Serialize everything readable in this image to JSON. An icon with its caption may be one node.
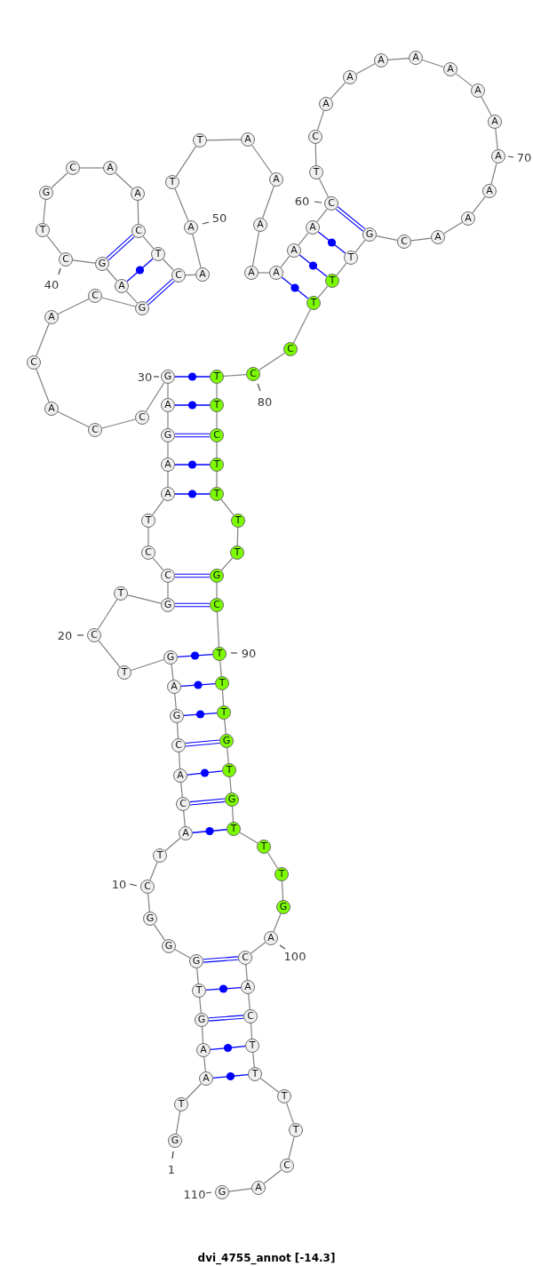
{
  "diagram": {
    "caption": "dvi_4755_annot [-14.3]",
    "nodes": [
      {
        "text": [
          "G"
        ],
        "beside": [
          "1"
        ]
      },
      {
        "text": [
          "T"
        ]
      },
      {
        "text": [
          "A"
        ]
      },
      {
        "text": [
          "A"
        ]
      },
      {
        "text": [
          "G"
        ]
      },
      {
        "text": [
          "T"
        ]
      },
      {
        "text": [
          "G"
        ]
      },
      {
        "text": [
          "G"
        ]
      },
      {
        "text": [
          "G"
        ]
      },
      {
        "text": [
          "C"
        ],
        "beside": [
          "10"
        ]
      },
      {
        "text": [
          "T"
        ]
      },
      {
        "text": [
          "A"
        ]
      },
      {
        "text": [
          "C"
        ]
      },
      {
        "text": [
          "A"
        ]
      },
      {
        "text": [
          "C"
        ]
      },
      {
        "text": [
          "G"
        ]
      },
      {
        "text": [
          "A"
        ]
      },
      {
        "text": [
          "G"
        ]
      },
      {
        "text": [
          "T"
        ]
      },
      {
        "text": [
          "C"
        ],
        "beside": [
          "20"
        ]
      },
      {
        "text": [
          "T"
        ]
      },
      {
        "text": [
          "G"
        ]
      },
      {
        "text": [
          "C"
        ]
      },
      {
        "text": [
          "C"
        ]
      },
      {
        "text": [
          "T"
        ]
      },
      {
        "text": [
          "A"
        ]
      },
      {
        "text": [
          "A"
        ]
      },
      {
        "text": [
          "G"
        ]
      },
      {
        "text": [
          "A"
        ]
      },
      {
        "text": [
          "G"
        ],
        "beside": [
          "30"
        ]
      },
      {
        "text": [
          "C"
        ]
      },
      {
        "text": [
          "C"
        ]
      },
      {
        "text": [
          "A"
        ]
      },
      {
        "text": [
          "C"
        ]
      },
      {
        "text": [
          "A"
        ]
      },
      {
        "text": [
          "C"
        ]
      },
      {
        "text": [
          "G"
        ]
      },
      {
        "text": [
          "A"
        ]
      },
      {
        "text": [
          "G"
        ]
      },
      {
        "text": [
          "C"
        ],
        "beside": [
          "40"
        ]
      },
      {
        "text": [
          "T"
        ]
      },
      {
        "text": [
          "G"
        ]
      },
      {
        "text": [
          "C"
        ]
      },
      {
        "text": [
          "A"
        ]
      },
      {
        "text": [
          "A"
        ]
      },
      {
        "text": [
          "C"
        ]
      },
      {
        "text": [
          "T"
        ]
      },
      {
        "text": [
          "C"
        ]
      },
      {
        "text": [
          "A"
        ]
      },
      {
        "text": [
          "A"
        ],
        "beside": [
          "50"
        ]
      },
      {
        "text": [
          "T"
        ]
      },
      {
        "text": [
          "T"
        ]
      },
      {
        "text": [
          "A"
        ]
      },
      {
        "text": [
          "A"
        ]
      },
      {
        "text": [
          "A"
        ]
      },
      {
        "text": [
          "A"
        ]
      },
      {
        "text": [
          "A"
        ]
      },
      {
        "text": [
          "A"
        ]
      },
      {
        "text": [
          "A"
        ]
      },
      {
        "text": [
          "C"
        ],
        "beside": [
          "60"
        ]
      },
      {
        "text": [
          "T"
        ]
      },
      {
        "text": [
          "C"
        ]
      },
      {
        "text": [
          "A"
        ]
      },
      {
        "text": [
          "A"
        ]
      },
      {
        "text": [
          "A"
        ]
      },
      {
        "text": [
          "A"
        ]
      },
      {
        "text": [
          "A"
        ]
      },
      {
        "text": [
          "A"
        ]
      },
      {
        "text": [
          "A"
        ]
      },
      {
        "text": [
          "A"
        ],
        "beside": [
          "70"
        ]
      },
      {
        "text": [
          "A"
        ]
      },
      {
        "text": [
          "A"
        ]
      },
      {
        "text": [
          "A"
        ]
      },
      {
        "text": [
          "C"
        ]
      },
      {
        "text": [
          "G"
        ]
      },
      {
        "text": [
          "T"
        ]
      },
      {
        "text": [
          "T"
        ]
      },
      {
        "text": [
          "T"
        ]
      },
      {
        "text": [
          "C"
        ]
      },
      {
        "text": [
          "C"
        ],
        "beside": [
          "80"
        ]
      },
      {
        "text": [
          "T"
        ]
      },
      {
        "text": [
          "T"
        ]
      },
      {
        "text": [
          "C"
        ]
      },
      {
        "text": [
          "T"
        ]
      },
      {
        "text": [
          "T"
        ]
      },
      {
        "text": [
          "T"
        ]
      },
      {
        "text": [
          "T"
        ]
      },
      {
        "text": [
          "G"
        ]
      },
      {
        "text": [
          "C"
        ]
      },
      {
        "text": [
          "T"
        ],
        "beside": [
          "90"
        ]
      },
      {
        "text": [
          "T"
        ]
      },
      {
        "text": [
          "T"
        ]
      },
      {
        "text": [
          "G"
        ]
      },
      {
        "text": [
          "T"
        ]
      },
      {
        "text": [
          "G"
        ]
      },
      {
        "text": [
          "T"
        ]
      },
      {
        "text": [
          "T"
        ]
      },
      {
        "text": [
          "T"
        ]
      },
      {
        "text": [
          "G"
        ]
      },
      {
        "text": [
          "A"
        ],
        "beside": [
          "100"
        ]
      },
      {
        "text": [
          "C"
        ]
      },
      {
        "text": [
          "A"
        ]
      },
      {
        "text": [
          "C"
        ]
      },
      {
        "text": [
          "T"
        ]
      },
      {
        "text": [
          "T"
        ]
      },
      {
        "text": [
          "T"
        ]
      },
      {
        "text": [
          "T"
        ]
      },
      {
        "text": [
          "C"
        ]
      },
      {
        "text": [
          "A"
        ]
      },
      {
        "text": [
          "G"
        ],
        "beside": [
          "110"
        ]
      }
    ],
    "edges": [
      {
        "from": 0,
        "to": 1,
        "arrow": "none"
      },
      {
        "from": 1,
        "to": 2,
        "arrow": "none"
      },
      {
        "from": 2,
        "to": 3,
        "arrow": "none"
      },
      {
        "from": 3,
        "to": 4,
        "arrow": "none"
      },
      {
        "from": 4,
        "to": 5,
        "arrow": "none"
      },
      {
        "from": 5,
        "to": 6,
        "arrow": "none"
      },
      {
        "from": 6,
        "to": 7,
        "arrow": "none"
      },
      {
        "from": 7,
        "to": 8,
        "arrow": "none"
      },
      {
        "from": 8,
        "to": 9,
        "arrow": "none"
      },
      {
        "from": 9,
        "to": 10,
        "arrow": "none"
      },
      {
        "from": 10,
        "to": 11,
        "arrow": "none"
      },
      {
        "from": 11,
        "to": 12,
        "arrow": "none"
      },
      {
        "from": 12,
        "to": 13,
        "arrow": "none"
      },
      {
        "from": 13,
        "to": 14,
        "arrow": "none"
      },
      {
        "from": 14,
        "to": 15,
        "arrow": "none"
      },
      {
        "from": 15,
        "to": 16,
        "arrow": "none"
      },
      {
        "from": 16,
        "to": 17,
        "arrow": "none"
      },
      {
        "from": 17,
        "to": 18,
        "arrow": "none"
      },
      {
        "from": 18,
        "to": 19,
        "arrow": "none"
      },
      {
        "from": 19,
        "to": 20,
        "arrow": "none"
      },
      {
        "from": 20,
        "to": 21,
        "arrow": "none"
      },
      {
        "from": 21,
        "to": 22,
        "arrow": "none"
      },
      {
        "from": 22,
        "to": 23,
        "arrow": "none"
      },
      {
        "from": 23,
        "to": 24,
        "arrow": "none"
      },
      {
        "from": 24,
        "to": 25,
        "arrow": "none"
      },
      {
        "from": 25,
        "to": 26,
        "arrow": "none"
      },
      {
        "from": 26,
        "to": 27,
        "arrow": "none"
      },
      {
        "from": 27,
        "to": 28,
        "arrow": "none"
      },
      {
        "from": 28,
        "to": 29,
        "arrow": "none"
      },
      {
        "from": 29,
        "to": 30,
        "arrow": "none"
      },
      {
        "from": 30,
        "to": 31,
        "arrow": "none"
      },
      {
        "from": 31,
        "to": 32,
        "arrow": "none"
      },
      {
        "from": 32,
        "to": 33,
        "arrow": "none"
      },
      {
        "from": 33,
        "to": 34,
        "arrow": "none"
      },
      {
        "from": 34,
        "to": 35,
        "arrow": "none"
      },
      {
        "from": 35,
        "to": 36,
        "arrow": "none"
      },
      {
        "from": 36,
        "to": 37,
        "arrow": "none"
      },
      {
        "from": 37,
        "to": 38,
        "arrow": "none"
      },
      {
        "from": 38,
        "to": 39,
        "arrow": "none"
      },
      {
        "from": 39,
        "to": 40,
        "arrow": "none"
      },
      {
        "from": 40,
        "to": 41,
        "arrow": "none"
      },
      {
        "from": 41,
        "to": 42,
        "arrow": "none"
      },
      {
        "from": 42,
        "to": 43,
        "arrow": "none"
      },
      {
        "from": 43,
        "to": 44,
        "arrow": "none"
      },
      {
        "from": 44,
        "to": 45,
        "arrow": "none"
      },
      {
        "from": 45,
        "to": 46,
        "arrow": "none"
      },
      {
        "from": 46,
        "to": 47,
        "arrow": "none"
      },
      {
        "from": 47,
        "to": 48,
        "arrow": "none"
      },
      {
        "from": 48,
        "to": 49,
        "arrow": "none"
      },
      {
        "from": 49,
        "to": 50,
        "arrow": "none"
      },
      {
        "from": 50,
        "to": 51,
        "arrow": "none"
      },
      {
        "from": 51,
        "to": 52,
        "arrow": "none"
      },
      {
        "from": 52,
        "to": 53,
        "arrow": "none"
      },
      {
        "from": 53,
        "to": 54,
        "arrow": "none"
      },
      {
        "from": 54,
        "to": 55,
        "arrow": "none"
      },
      {
        "from": 55,
        "to": 56,
        "arrow": "none"
      },
      {
        "from": 56,
        "to": 57,
        "arrow": "none"
      },
      {
        "from": 57,
        "to": 58,
        "arrow": "none"
      },
      {
        "from": 58,
        "to": 59,
        "arrow": "none"
      },
      {
        "from": 59,
        "to": 60,
        "arrow": "none"
      },
      {
        "from": 60,
        "to": 61,
        "arrow": "none"
      },
      {
        "from": 61,
        "to": 62,
        "arrow": "none"
      },
      {
        "from": 62,
        "to": 63,
        "arrow": "none"
      },
      {
        "from": 63,
        "to": 64,
        "arrow": "none"
      },
      {
        "from": 64,
        "to": 65,
        "arrow": "none"
      },
      {
        "from": 65,
        "to": 66,
        "arrow": "none"
      },
      {
        "from": 66,
        "to": 67,
        "arrow": "none"
      },
      {
        "from": 67,
        "to": 68,
        "arrow": "none"
      },
      {
        "from": 68,
        "to": 69,
        "arrow": "none"
      },
      {
        "from": 69,
        "to": 70,
        "arrow": "none"
      },
      {
        "from": 70,
        "to": 71,
        "arrow": "none"
      },
      {
        "from": 71,
        "to": 72,
        "arrow": "none"
      },
      {
        "from": 72,
        "to": 73,
        "arrow": "none"
      },
      {
        "from": 73,
        "to": 74,
        "arrow": "none"
      },
      {
        "from": 74,
        "to": 75,
        "arrow": "none"
      },
      {
        "from": 75,
        "to": 76,
        "arrow": "none"
      },
      {
        "from": 76,
        "to": 77,
        "arrow": "none"
      },
      {
        "from": 77,
        "to": 78,
        "arrow": "none"
      },
      {
        "from": 78,
        "to": 79,
        "arrow": "none"
      },
      {
        "from": 79,
        "to": 80,
        "arrow": "none"
      },
      {
        "from": 80,
        "to": 81,
        "arrow": "none"
      },
      {
        "from": 81,
        "to": 82,
        "arrow": "none"
      },
      {
        "from": 82,
        "to": 83,
        "arrow": "none"
      },
      {
        "from": 83,
        "to": 84,
        "arrow": "none"
      },
      {
        "from": 84,
        "to": 85,
        "arrow": "none"
      },
      {
        "from": 85,
        "to": 86,
        "arrow": "none"
      },
      {
        "from": 86,
        "to": 87,
        "arrow": "none"
      },
      {
        "from": 87,
        "to": 88,
        "arrow": "none"
      },
      {
        "from": 88,
        "to": 89,
        "arrow": "none"
      },
      {
        "from": 89,
        "to": 90,
        "arrow": "none"
      },
      {
        "from": 90,
        "to": 91,
        "arrow": "none"
      },
      {
        "from": 91,
        "to": 92,
        "arrow": "none"
      },
      {
        "from": 92,
        "to": 93,
        "arrow": "none"
      },
      {
        "from": 93,
        "to": 94,
        "arrow": "none"
      },
      {
        "from": 94,
        "to": 95,
        "arrow": "none"
      },
      {
        "from": 95,
        "to": 96,
        "arrow": "none"
      },
      {
        "from": 96,
        "to": 97,
        "arrow": "none"
      },
      {
        "from": 97,
        "to": 98,
        "arrow": "none"
      },
      {
        "from": 98,
        "to": 99,
        "arrow": "none"
      },
      {
        "from": 99,
        "to": 100,
        "arrow": "none"
      },
      {
        "from": 100,
        "to": 101,
        "arrow": "none"
      },
      {
        "from": 101,
        "to": 102,
        "arrow": "none"
      },
      {
        "from": 102,
        "to": 103,
        "arrow": "none"
      },
      {
        "from": 103,
        "to": 104,
        "arrow": "none"
      },
      {
        "from": 104,
        "to": 105,
        "arrow": "none"
      },
      {
        "from": 105,
        "to": 106,
        "arrow": "none"
      },
      {
        "from": 106,
        "to": 107,
        "arrow": "none"
      },
      {
        "from": 107,
        "to": 108,
        "arrow": "none"
      },
      {
        "from": 108,
        "to": 109,
        "arrow": "none"
      },
      {
        "from": 2,
        "to": 104,
        "arrow": "none",
        "color": "#0000ff"
      },
      {
        "from": 3,
        "to": 103,
        "arrow": "none",
        "color": "#0000ff"
      },
      {
        "from": 4,
        "to": 102,
        "arrow": "none",
        "color": "#0000ff"
      },
      {
        "from": 5,
        "to": 101,
        "arrow": "none",
        "color": "#0000ff"
      },
      {
        "from": 6,
        "to": 100,
        "arrow": "none",
        "color": "#0000ff"
      },
      {
        "from": 11,
        "to": 95,
        "arrow": "none",
        "color": "#0000ff"
      },
      {
        "from": 12,
        "to": 94,
        "arrow": "none",
        "color": "#0000ff"
      },
      {
        "from": 13,
        "to": 93,
        "arrow": "none",
        "color": "#0000ff"
      },
      {
        "from": 14,
        "to": 92,
        "arrow": "none",
        "color": "#0000ff"
      },
      {
        "from": 15,
        "to": 91,
        "arrow": "none",
        "color": "#0000ff"
      },
      {
        "from": 16,
        "to": 90,
        "arrow": "none",
        "color": "#0000ff"
      },
      {
        "from": 17,
        "to": 89,
        "arrow": "none",
        "color": "#0000ff"
      },
      {
        "from": 21,
        "to": 88,
        "arrow": "none",
        "color": "#0000ff"
      },
      {
        "from": 22,
        "to": 87,
        "arrow": "none",
        "color": "#0000ff"
      },
      {
        "from": 25,
        "to": 84,
        "arrow": "none",
        "color": "#0000ff"
      },
      {
        "from": 26,
        "to": 83,
        "arrow": "none",
        "color": "#0000ff"
      },
      {
        "from": 27,
        "to": 82,
        "arrow": "none",
        "color": "#0000ff"
      },
      {
        "from": 28,
        "to": 81,
        "arrow": "none",
        "color": "#0000ff"
      },
      {
        "from": 29,
        "to": 80,
        "arrow": "none",
        "color": "#0000ff"
      },
      {
        "from": 36,
        "to": 47,
        "arrow": "none",
        "color": "#0000ff"
      },
      {
        "from": 37,
        "to": 46,
        "arrow": "none",
        "color": "#0000ff"
      },
      {
        "from": 38,
        "to": 45,
        "arrow": "none",
        "color": "#0000ff"
      },
      {
        "from": 56,
        "to": 77,
        "arrow": "none",
        "color": "#0000ff"
      },
      {
        "from": 57,
        "to": 76,
        "arrow": "none",
        "color": "#0000ff"
      },
      {
        "from": 58,
        "to": 75,
        "arrow": "none",
        "color": "#0000ff"
      },
      {
        "from": 59,
        "to": 74,
        "arrow": "none",
        "color": "#0000ff"
      }
    ]
  }
}
